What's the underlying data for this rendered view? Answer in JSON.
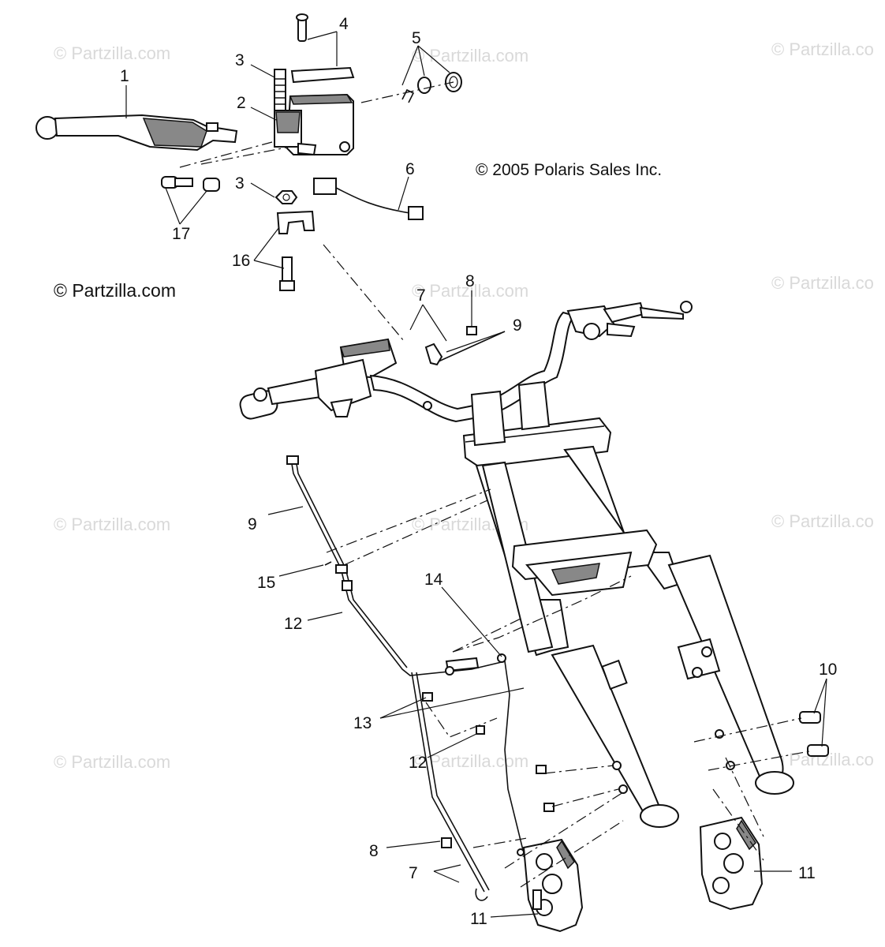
{
  "watermarks": {
    "w1": "© Partzilla.com",
    "w2": "© Partzilla.com",
    "w3": "© Partzilla.co",
    "w4": "© Partzilla.com",
    "w5": "© Partzilla.com",
    "w6": "© Partzilla.co",
    "w7": "© Partzilla.com",
    "w8": "© Partzilla.com",
    "w9": "© Partzilla.co",
    "w10": "© Partzilla.com",
    "w11": "© Partzilla.com",
    "w12": "© Partzilla.co",
    "main": "© Partzilla.com"
  },
  "copyright": "© 2005 Polaris Sales Inc.",
  "callouts": {
    "c1": "1",
    "c2": "2",
    "c3a": "3",
    "c3b": "3",
    "c4": "4",
    "c5": "5",
    "c6": "6",
    "c7a": "7",
    "c7b": "7",
    "c8a": "8",
    "c8b": "8",
    "c9a": "9",
    "c9b": "9",
    "c10": "10",
    "c11a": "11",
    "c11b": "11",
    "c12a": "12",
    "c12b": "12",
    "c13": "13",
    "c14": "14",
    "c15": "15",
    "c16": "16",
    "c17": "17"
  }
}
